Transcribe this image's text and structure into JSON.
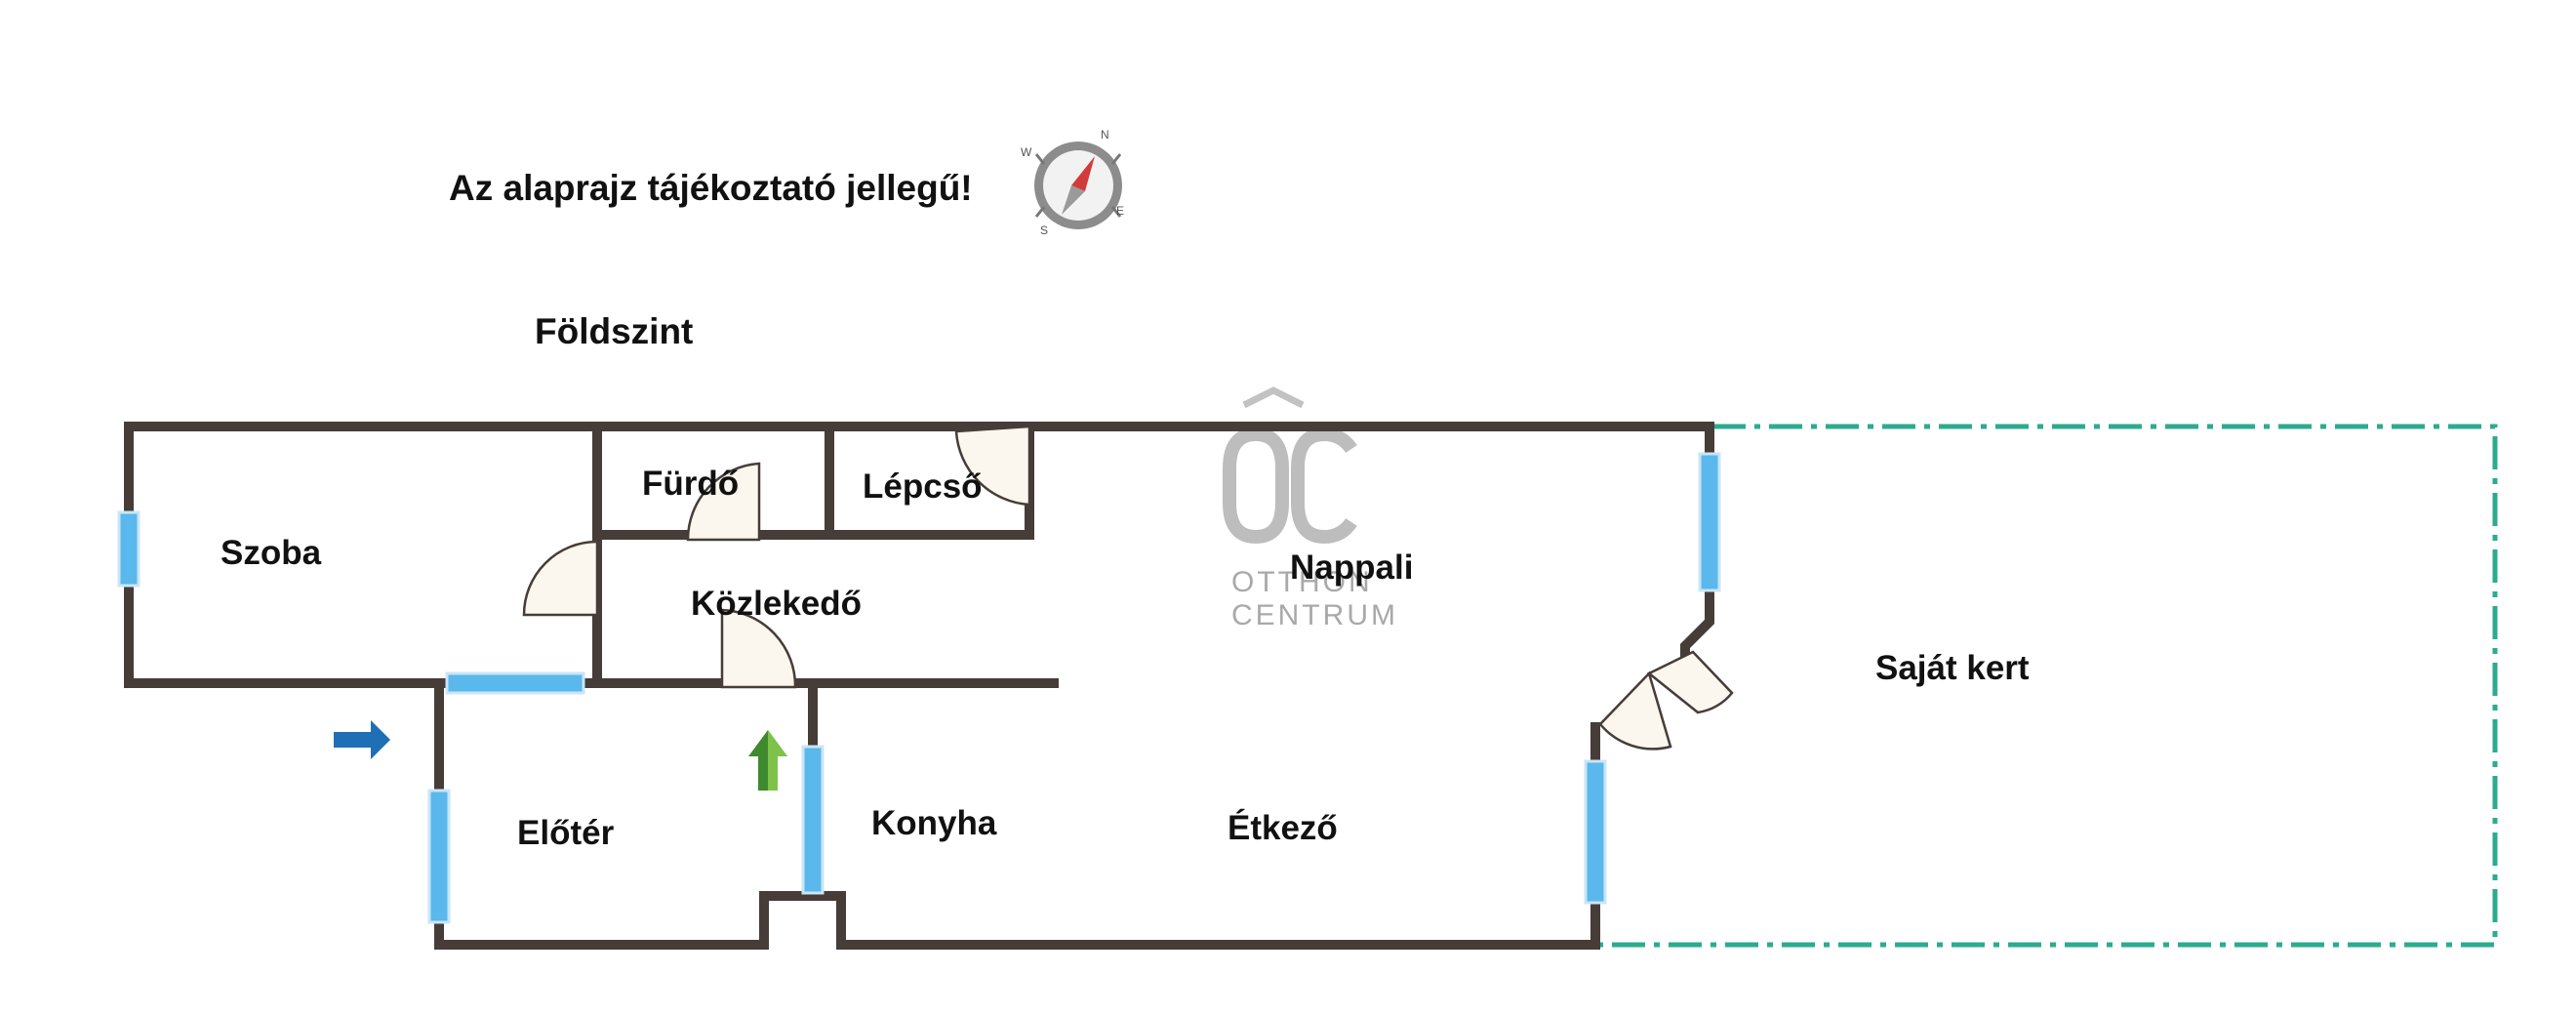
{
  "notice": "Az alaprajz tájékoztató jellegű!",
  "floor_label": "Földszint",
  "rooms": {
    "szoba": "Szoba",
    "furdo": "Fürdő",
    "lepcso": "Lépcső",
    "kozlekedo": "Közlekedő",
    "nappali": "Nappali",
    "eloter": "Előtér",
    "konyha": "Konyha",
    "etkezo": "Étkező",
    "sajat_kert": "Saját kert"
  },
  "watermark": {
    "line1": "OTTHON",
    "line2": "CENTRUM"
  },
  "compass": {
    "n": "N",
    "e": "E",
    "s": "S",
    "w": "W"
  },
  "colors": {
    "wall": "#463c38",
    "window": "#5ab8ec",
    "garden_outline": "#2cab8f",
    "entrance_arrow": "#1e6fb5",
    "stairs_arrow": "#3f8a2e"
  }
}
